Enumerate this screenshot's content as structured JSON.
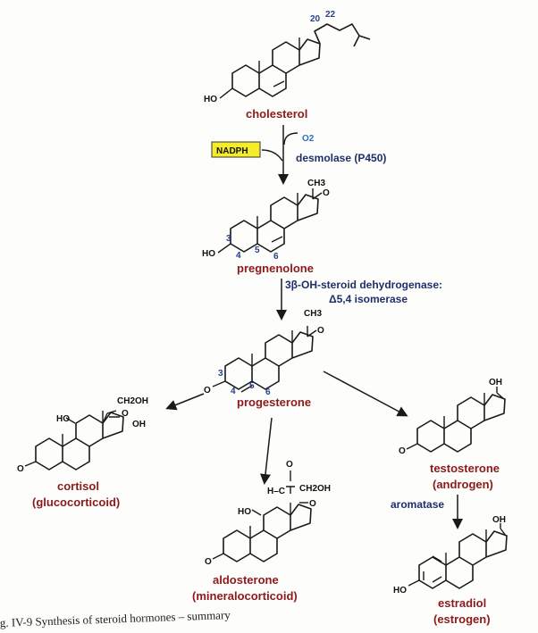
{
  "numbers": {
    "c20": "20",
    "c22": "22",
    "c3": "3",
    "c4": "4",
    "c5": "5",
    "c6": "6"
  },
  "atoms": {
    "ho": "HO",
    "oh": "OH",
    "o": "O",
    "ch3": "CH3",
    "ch2oh": "CH2OH",
    "hc": "H–C"
  },
  "compounds": {
    "cholesterol": "cholesterol",
    "pregnenolone": "pregnenolone",
    "progesterone": "progesterone",
    "cortisol": "cortisol",
    "cortisol_class": "(glucocorticoid)",
    "aldosterone": "aldosterone",
    "aldosterone_class": "(mineralocorticoid)",
    "testosterone": "testosterone",
    "testosterone_class": "(androgen)",
    "estradiol": "estradiol",
    "estradiol_class": "(estrogen)"
  },
  "enzymes": {
    "cofactor": "NADPH",
    "oxygen": "O2",
    "desmolase": "desmolase (P450)",
    "dehydrogenase_line1": "3β-OH-steroid dehydrogenase:",
    "dehydrogenase_line2": "Δ5,4 isomerase",
    "aromatase": "aromatase"
  },
  "caption": "g. IV-9 Synthesis of steroid hormones – summary",
  "colors": {
    "name": "#8b1a1a",
    "enzyme": "#1f2f6b",
    "number": "#27408b",
    "highlight": "#f5ec2a",
    "oxygen": "#2d6fc4"
  }
}
